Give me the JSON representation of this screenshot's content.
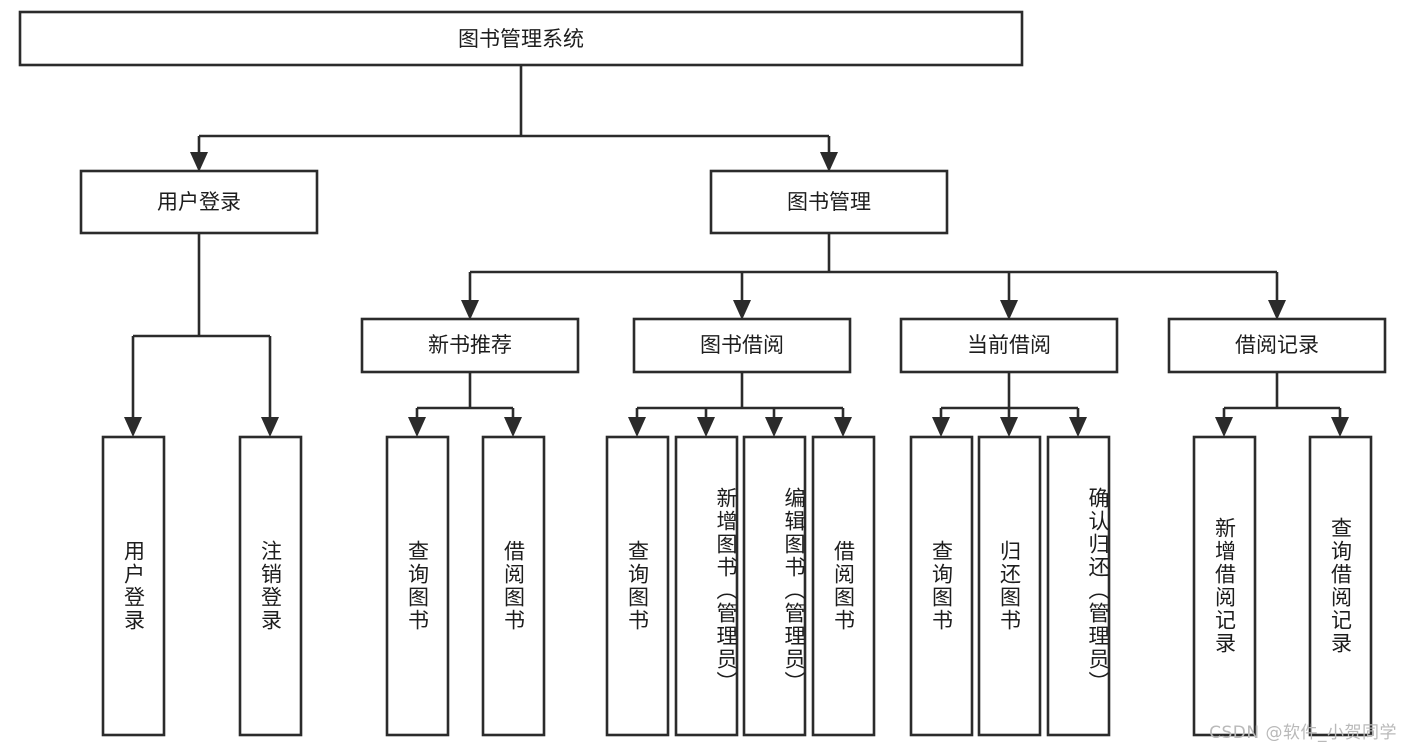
{
  "diagram": {
    "title": "图书管理系统",
    "type": "tree-hierarchy",
    "watermark": "CSDN @软件_小贺同学",
    "colors": {
      "stroke": "#2b2b2b",
      "fill": "#ffffff",
      "text": "#1d1d1d",
      "watermark": "#b9b9b9",
      "background": "#ffffff"
    },
    "levels": {
      "root": {
        "label": "图书管理系统"
      },
      "level2": [
        {
          "label": "用户登录"
        },
        {
          "label": "图书管理"
        }
      ],
      "level3": [
        {
          "label": "新书推荐"
        },
        {
          "label": "图书借阅"
        },
        {
          "label": "当前借阅"
        },
        {
          "label": "借阅记录"
        }
      ],
      "leaves": [
        {
          "label": "用户登录",
          "parent": "用户登录"
        },
        {
          "label": "注销登录",
          "parent": "用户登录"
        },
        {
          "label": "查询图书",
          "parent": "新书推荐"
        },
        {
          "label": "借阅图书",
          "parent": "新书推荐"
        },
        {
          "label": "查询图书",
          "parent": "图书借阅"
        },
        {
          "label": "新增图书（管理员）",
          "parent": "图书借阅"
        },
        {
          "label": "编辑图书（管理员）",
          "parent": "图书借阅"
        },
        {
          "label": "借阅图书",
          "parent": "图书借阅"
        },
        {
          "label": "查询图书",
          "parent": "当前借阅"
        },
        {
          "label": "归还图书",
          "parent": "当前借阅"
        },
        {
          "label": "确认归还（管理员）",
          "parent": "当前借阅"
        },
        {
          "label": "新增借阅记录",
          "parent": "借阅记录"
        },
        {
          "label": "查询借阅记录",
          "parent": "借阅记录"
        }
      ]
    }
  }
}
